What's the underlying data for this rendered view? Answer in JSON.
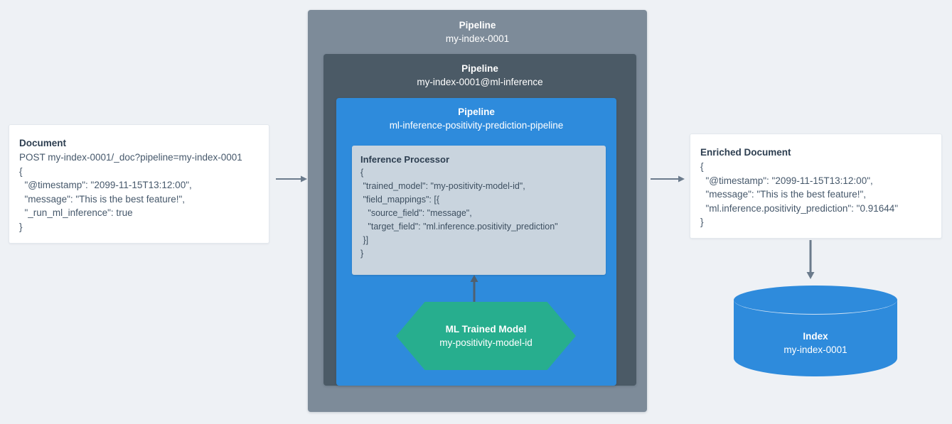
{
  "input_document": {
    "title": "Document",
    "lines": [
      "POST my-index-0001/_doc?pipeline=my-index-0001",
      "{",
      "  \"@timestamp\": \"2099-11-15T13:12:00\",",
      "  \"message\": \"This is the best feature!\",",
      "  \"_run_ml_inference\": true",
      "}"
    ]
  },
  "pipelines": {
    "outer": {
      "kind": "Pipeline",
      "name": "my-index-0001"
    },
    "middle": {
      "kind": "Pipeline",
      "name": "my-index-0001@ml-inference"
    },
    "inner": {
      "kind": "Pipeline",
      "name": "ml-inference-positivity-prediction-pipeline"
    }
  },
  "processor": {
    "title": "Inference Processor",
    "lines": [
      "{",
      " \"trained_model\": \"my-positivity-model-id\",",
      " \"field_mappings\": [{",
      "   \"source_field\": \"message\",",
      "   \"target_field\": \"ml.inference.positivity_prediction\"",
      " }]",
      "}"
    ]
  },
  "ml_model": {
    "kind": "ML Trained Model",
    "name": "my-positivity-model-id"
  },
  "output_document": {
    "title": "Enriched Document",
    "lines": [
      "{",
      "  \"@timestamp\": \"2099-11-15T13:12:00\",",
      "  \"message\": \"This is the best feature!\",",
      "  \"ml.inference.positivity_prediction\": \"0.91644\"",
      "}"
    ]
  },
  "index": {
    "kind": "Index",
    "name": "my-index-0001"
  },
  "colors": {
    "background": "#eef1f5",
    "pipeline_outer": "#7d8b99",
    "pipeline_middle": "#4b5a66",
    "pipeline_inner": "#2e8bdc",
    "processor_panel": "#c9d4de",
    "ml_model": "#27ae8e",
    "index": "#2e8bdc",
    "arrow": "#6b7b8c",
    "card": "#ffffff"
  }
}
